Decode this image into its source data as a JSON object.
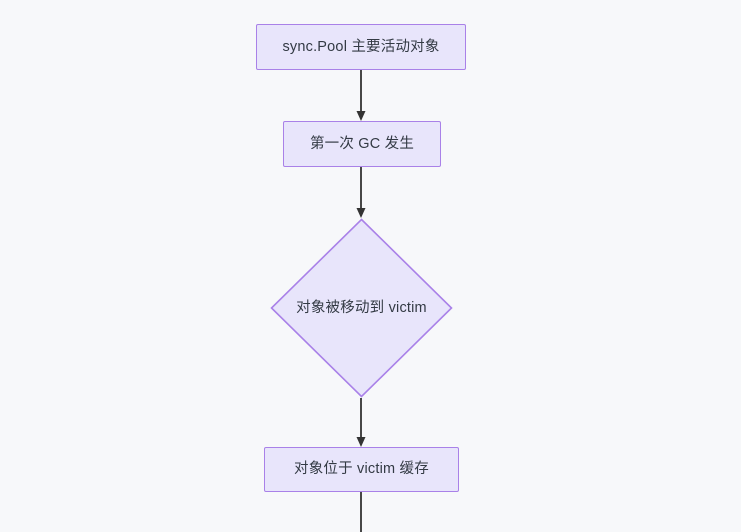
{
  "diagram": {
    "type": "flowchart",
    "direction": "top-to-bottom",
    "background_color": "#f7f8fa",
    "node_fill_color": "#e8e5fb",
    "node_border_color": "#a981e8",
    "node_text_color": "#333a44",
    "edge_color": "#333333",
    "nodes": [
      {
        "id": "n1",
        "shape": "rectangle",
        "label": "sync.Pool 主要活动对象"
      },
      {
        "id": "n2",
        "shape": "rectangle",
        "label": "第一次 GC 发生"
      },
      {
        "id": "n3",
        "shape": "diamond",
        "label": "对象被移动到 victim"
      },
      {
        "id": "n4",
        "shape": "rectangle",
        "label": "对象位于 victim 缓存"
      }
    ],
    "edges": [
      {
        "id": "e1",
        "from": "n1",
        "to": "n2",
        "label": "",
        "arrow": "filled-triangle"
      },
      {
        "id": "e2",
        "from": "n2",
        "to": "n3",
        "label": "",
        "arrow": "filled-triangle"
      },
      {
        "id": "e3",
        "from": "n3",
        "to": "n4",
        "label": "",
        "arrow": "filled-triangle"
      },
      {
        "id": "e4",
        "from": "n4",
        "to": "offscreen-below",
        "label": "",
        "arrow": "none"
      }
    ]
  }
}
